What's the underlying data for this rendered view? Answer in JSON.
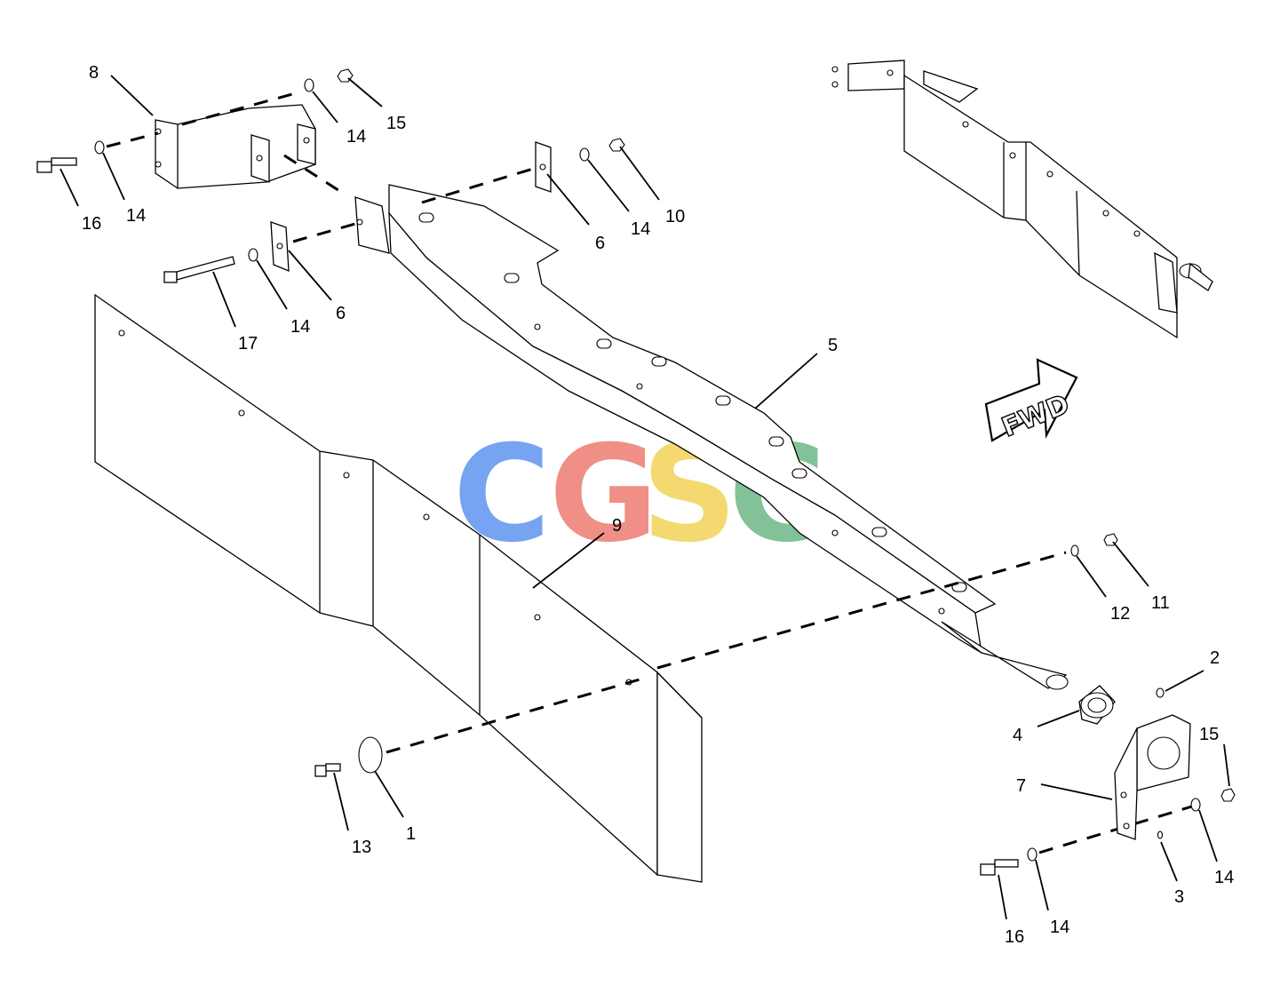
{
  "direction_arrow": {
    "label": "FWD"
  },
  "watermark": {
    "letters": [
      "C",
      "G",
      "S",
      "C"
    ],
    "colors": [
      "#6f9ff2",
      "#ef8a80",
      "#f4d76a",
      "#7dbf93"
    ]
  },
  "callouts": [
    {
      "id": "c8",
      "label": "8"
    },
    {
      "id": "c14a",
      "label": "14"
    },
    {
      "id": "c15a",
      "label": "15"
    },
    {
      "id": "c16a",
      "label": "16"
    },
    {
      "id": "c14b",
      "label": "14"
    },
    {
      "id": "c6a",
      "label": "6"
    },
    {
      "id": "c14c",
      "label": "14"
    },
    {
      "id": "c10",
      "label": "10"
    },
    {
      "id": "c17",
      "label": "17"
    },
    {
      "id": "c14d",
      "label": "14"
    },
    {
      "id": "c6b",
      "label": "6"
    },
    {
      "id": "c5",
      "label": "5"
    },
    {
      "id": "c9",
      "label": "9"
    },
    {
      "id": "c12",
      "label": "12"
    },
    {
      "id": "c11",
      "label": "11"
    },
    {
      "id": "c2",
      "label": "2"
    },
    {
      "id": "c4",
      "label": "4"
    },
    {
      "id": "c15b",
      "label": "15"
    },
    {
      "id": "c7",
      "label": "7"
    },
    {
      "id": "c13",
      "label": "13"
    },
    {
      "id": "c1",
      "label": "1"
    },
    {
      "id": "c3",
      "label": "3"
    },
    {
      "id": "c14e",
      "label": "14"
    },
    {
      "id": "c16b",
      "label": "16"
    },
    {
      "id": "c14f",
      "label": "14"
    }
  ]
}
